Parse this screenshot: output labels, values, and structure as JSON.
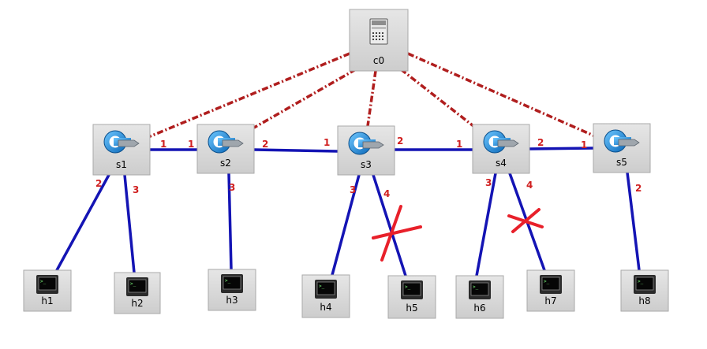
{
  "colors": {
    "data_link": "#1414b4",
    "control_link": "#b01e1e",
    "port_label": "#d02020",
    "failure_mark": "#e8202a",
    "node_box_fill": "#d6d6d6",
    "node_box_border": "#a9a9a9"
  },
  "nodes": {
    "c0": {
      "label": "c0",
      "icon": "server-icon"
    },
    "s1": {
      "label": "s1",
      "icon": "openflow-switch-icon"
    },
    "s2": {
      "label": "s2",
      "icon": "openflow-switch-icon"
    },
    "s3": {
      "label": "s3",
      "icon": "openflow-switch-icon"
    },
    "s4": {
      "label": "s4",
      "icon": "openflow-switch-icon"
    },
    "s5": {
      "label": "s5",
      "icon": "openflow-switch-icon"
    },
    "h1": {
      "label": "h1",
      "icon": "terminal-host-icon"
    },
    "h2": {
      "label": "h2",
      "icon": "terminal-host-icon"
    },
    "h3": {
      "label": "h3",
      "icon": "terminal-host-icon"
    },
    "h4": {
      "label": "h4",
      "icon": "terminal-host-icon"
    },
    "h5": {
      "label": "h5",
      "icon": "terminal-host-icon"
    },
    "h6": {
      "label": "h6",
      "icon": "terminal-host-icon"
    },
    "h7": {
      "label": "h7",
      "icon": "terminal-host-icon"
    },
    "h8": {
      "label": "h8",
      "icon": "terminal-host-icon"
    }
  },
  "ports": {
    "s1_s2_a": "1",
    "s1_s2_b": "1",
    "s2_s3_a": "2",
    "s2_s3_b": "1",
    "s3_s4_a": "2",
    "s3_s4_b": "1",
    "s4_s5_a": "2",
    "s4_s5_b": "1",
    "s1_h1": "2",
    "s1_h2": "3",
    "s2_h3": "3",
    "s3_h4": "3",
    "s3_h5": "4",
    "s4_h6": "3",
    "s4_h7": "4",
    "s5_h8": "2"
  },
  "data_links": [
    {
      "from": "s1",
      "to": "s2",
      "failed": false
    },
    {
      "from": "s2",
      "to": "s3",
      "failed": false
    },
    {
      "from": "s3",
      "to": "s4",
      "failed": false
    },
    {
      "from": "s4",
      "to": "s5",
      "failed": false
    },
    {
      "from": "s1",
      "to": "h1",
      "failed": false
    },
    {
      "from": "s1",
      "to": "h2",
      "failed": false
    },
    {
      "from": "s2",
      "to": "h3",
      "failed": false
    },
    {
      "from": "s3",
      "to": "h4",
      "failed": false
    },
    {
      "from": "s3",
      "to": "h5",
      "failed": true
    },
    {
      "from": "s4",
      "to": "h6",
      "failed": false
    },
    {
      "from": "s4",
      "to": "h7",
      "failed": true
    },
    {
      "from": "s5",
      "to": "h8",
      "failed": false
    }
  ],
  "control_links": [
    {
      "from": "c0",
      "to": "s1"
    },
    {
      "from": "c0",
      "to": "s2"
    },
    {
      "from": "c0",
      "to": "s3"
    },
    {
      "from": "c0",
      "to": "s4"
    },
    {
      "from": "c0",
      "to": "s5"
    }
  ]
}
